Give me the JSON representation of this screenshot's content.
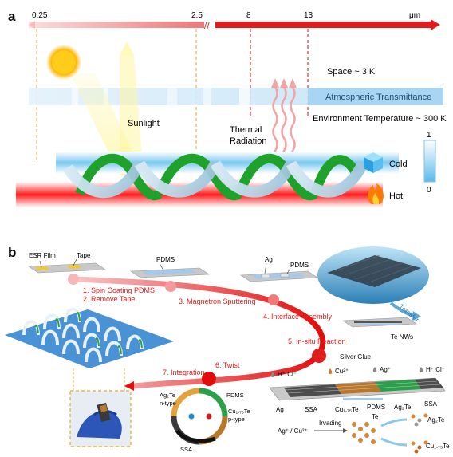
{
  "panel_a": {
    "label": "a",
    "axis": {
      "ticks": [
        "0.25",
        "2.5",
        "8",
        "13"
      ],
      "unit": "μm"
    },
    "space": "Space ~ 3 K",
    "atm": "Atmospheric Transmittance",
    "env": "Environment Temperature ~ 300 K",
    "sunlight": "Sunlight",
    "thermal1": "Thermal",
    "thermal2": "Radiation",
    "cold": "Cold",
    "hot": "Hot",
    "scale_top": "1",
    "scale_bottom": "0"
  },
  "panel_b": {
    "label": "b",
    "esr_film": "ESR Film",
    "tape": "Tape",
    "pdms": "PDMS",
    "ag": "Ag",
    "steps": {
      "s1a": "1. Spin Coating PDMS",
      "s1b": "2. Remove Tape",
      "s3": "3. Magnetron Sputtering",
      "s4": "4. Interface Assembly",
      "s5": "5. In-situ Reaction",
      "s6": "6. Twist",
      "s7": "7. Integration"
    },
    "transfer": "Transfer",
    "te_nws": "Te NWs",
    "silver_glue": "Silver Glue",
    "ions": {
      "h_cl": "H⁺ Cl⁻",
      "cu": "Cu²⁺",
      "agp": "Ag⁺"
    },
    "strip_labels": {
      "ag": "Ag",
      "ssa": "SSA",
      "cute": "Cu₁.₇₅Te",
      "pdms": "PDMS",
      "ag2te": "Ag₂Te",
      "ssa2": "SSA"
    },
    "device": {
      "ag2te": "Ag₂Te",
      "ntype": "n-type",
      "pdms": "PDMS",
      "cute": "Cu₁.₇₅Te",
      "ptype": "p-type",
      "ssa": "SSA"
    },
    "reaction": {
      "reactant": "Ag⁺ / Cu²⁺",
      "irvading": "Irvading",
      "te": "Te",
      "prod1": "Ag₂Te",
      "prod2": "Cu₁.₇₅Te"
    }
  }
}
